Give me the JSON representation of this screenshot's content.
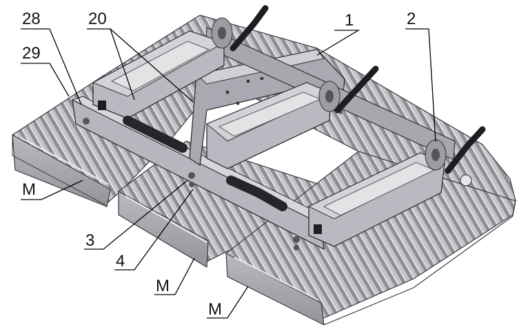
{
  "labels": {
    "l28": "28",
    "l29": "29",
    "l20": "20",
    "l1": "1",
    "l2": "2",
    "l3": "3",
    "l4": "4",
    "m1": "M",
    "m2": "M",
    "m3": "M"
  },
  "colors": {
    "module_top": "#c9c9cd",
    "module_side": "#a2a2a8",
    "fin": "#8d8d93",
    "frame": "#b4b4bc",
    "driver": "#bcbcc4",
    "driver_window": "#e2e2e2",
    "dark": "#1e1e22",
    "leader": "#000000"
  },
  "icons": {
    "handle": "lever-handle-icon",
    "bolt": "bolt-icon"
  }
}
